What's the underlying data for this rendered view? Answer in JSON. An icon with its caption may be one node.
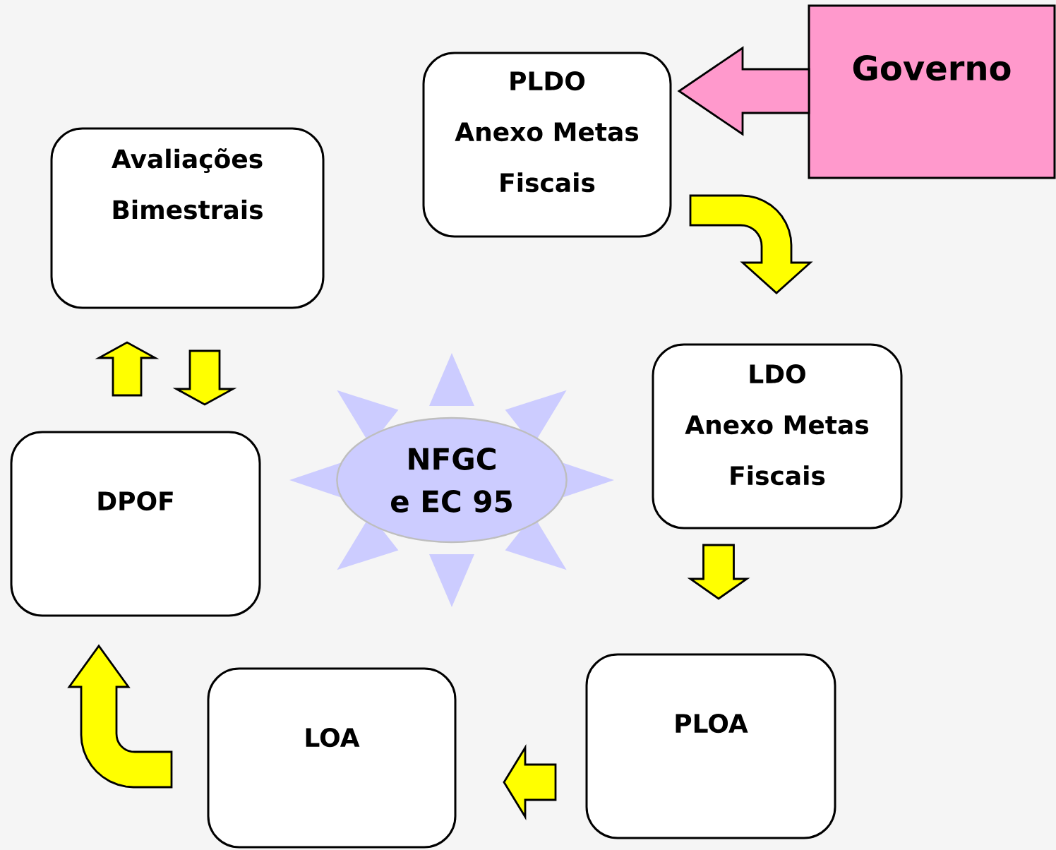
{
  "diagram": {
    "nodes": [
      {
        "text": [
          "Governo"
        ]
      },
      {
        "text": [
          "PLDO",
          "Anexo Metas Fiscais"
        ]
      },
      {
        "text": [
          "Avaliações Bimestrais"
        ]
      },
      {
        "text": [
          "LDO",
          "Anexo Metas Fiscais"
        ]
      },
      {
        "text": [
          "NFGC",
          "e EC 95"
        ]
      },
      {
        "text": [
          "DPOF"
        ]
      },
      {
        "text": [
          "LOA"
        ]
      },
      {
        "text": [
          "PLOA"
        ]
      }
    ],
    "edges": [
      {
        "from": 0,
        "to": 1,
        "arrow": "to",
        "color": "#ff99cc"
      },
      {
        "from": 1,
        "to": 3,
        "arrow": "to"
      },
      {
        "from": 3,
        "to": 7,
        "arrow": "to"
      },
      {
        "from": 7,
        "to": 6,
        "arrow": "to"
      },
      {
        "from": 6,
        "to": 5,
        "arrow": "to"
      },
      {
        "from": 5,
        "to": 2,
        "arrow": "to"
      },
      {
        "from": 2,
        "to": 5,
        "arrow": "to"
      }
    ]
  }
}
